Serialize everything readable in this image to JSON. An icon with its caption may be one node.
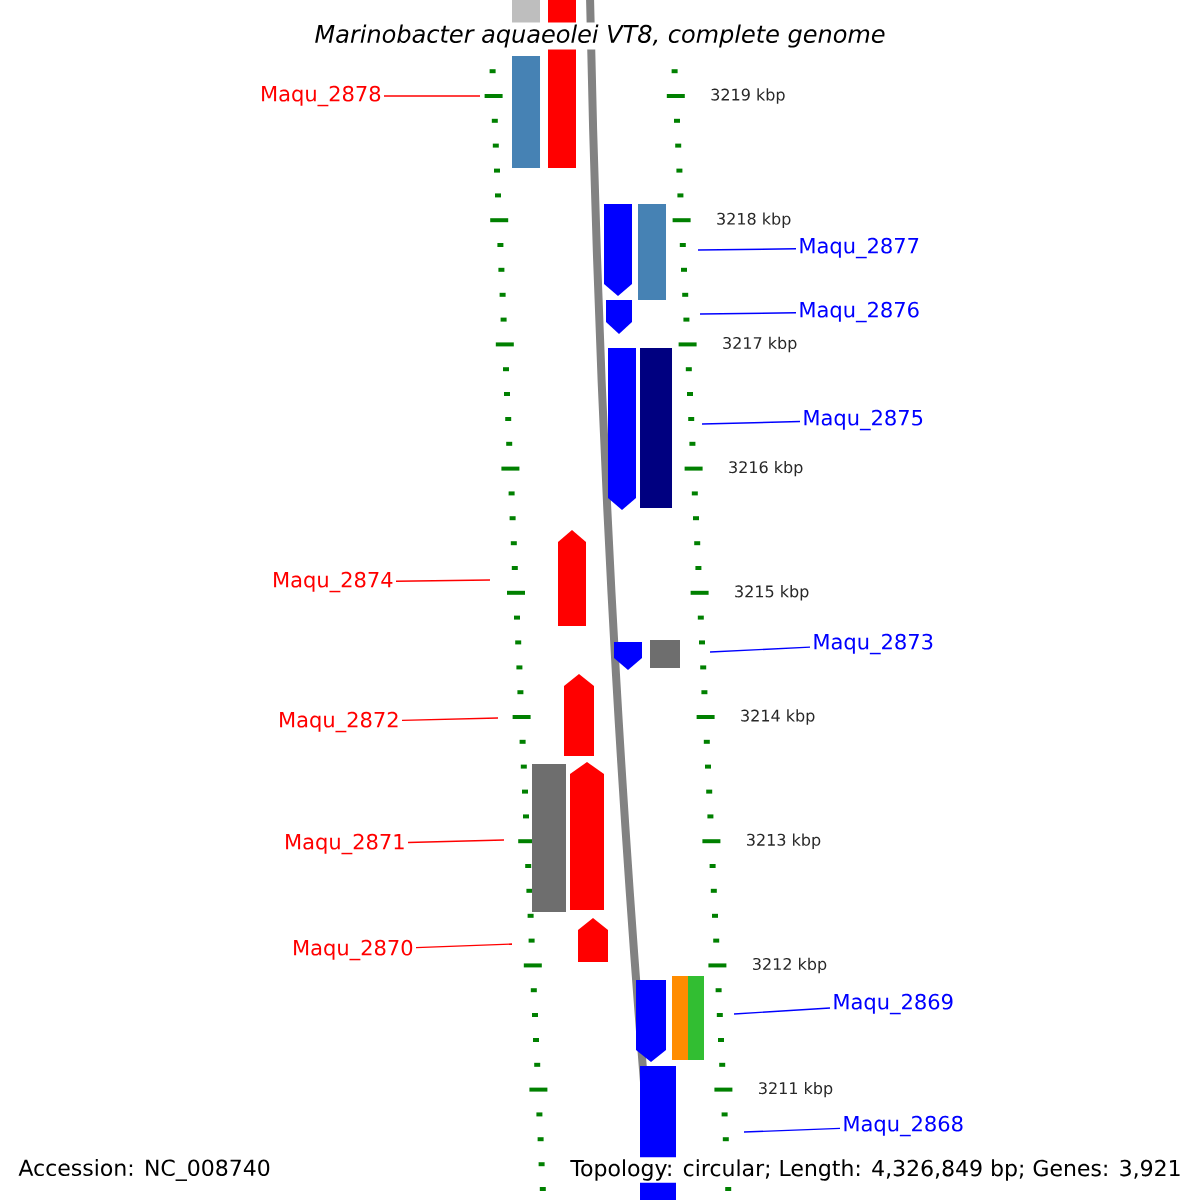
{
  "diagram": {
    "title": "Marinobacter aquaeolei VT8, complete genome",
    "nodes": [
      {
        "text": [
          "Maqu_2878"
        ]
      },
      {
        "text": [
          "Maqu_2877"
        ]
      },
      {
        "text": [
          "Maqu_2876"
        ]
      },
      {
        "text": [
          "Maqu_2875"
        ]
      },
      {
        "text": [
          "Maqu_2874"
        ]
      },
      {
        "text": [
          "Maqu_2873"
        ]
      },
      {
        "text": [
          "Maqu_2872"
        ]
      },
      {
        "text": [
          "Maqu_2871"
        ]
      },
      {
        "text": [
          "Maqu_2870"
        ]
      },
      {
        "text": [
          "Maqu_2869"
        ]
      },
      {
        "text": [
          "Maqu_2868"
        ]
      }
    ],
    "edges": [
      {
        "from": 0,
        "to": null,
        "arrow": "none",
        "color": "#ff0000"
      },
      {
        "from": 1,
        "to": null,
        "arrow": "none"
      },
      {
        "from": 2,
        "to": null,
        "arrow": "none"
      },
      {
        "from": 3,
        "to": null,
        "arrow": "none"
      },
      {
        "from": 4,
        "to": null,
        "arrow": "none",
        "color": "#ff0000"
      },
      {
        "from": 5,
        "to": null,
        "arrow": "none"
      },
      {
        "from": 6,
        "to": null,
        "arrow": "none",
        "color": "#ff0000"
      },
      {
        "from": 7,
        "to": null,
        "arrow": "none",
        "color": "#ff0000"
      },
      {
        "from": 8,
        "to": null,
        "arrow": "none",
        "color": "#ff0000"
      },
      {
        "from": 9,
        "to": null,
        "arrow": "none"
      },
      {
        "from": 10,
        "to": null,
        "arrow": "none"
      }
    ],
    "labels": [
      "3219 kbp",
      "3218 kbp",
      "3217 kbp",
      "3216 kbp",
      "3215 kbp",
      "3214 kbp",
      "3213 kbp",
      "3212 kbp",
      "3211 kbp",
      "Accession: NC_008740",
      "Topology: circular; Length: 4,326,849 bp; Genes: 3,921"
    ]
  }
}
